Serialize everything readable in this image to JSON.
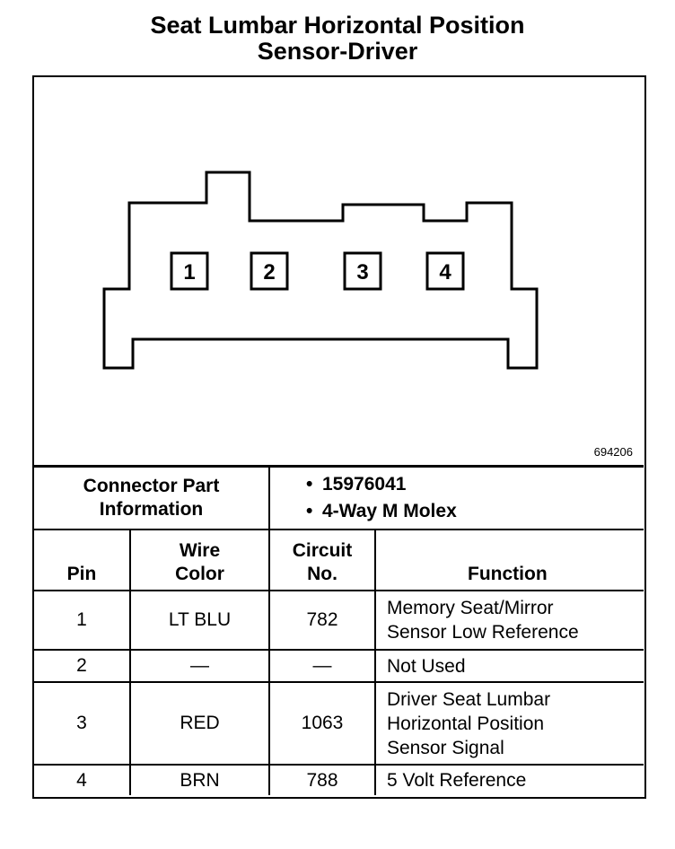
{
  "title": {
    "line1": "Seat Lumbar Horizontal Position",
    "line2": "Sensor-Driver"
  },
  "connector": {
    "pins": [
      "1",
      "2",
      "3",
      "4"
    ],
    "reference_number": "694206"
  },
  "part_info": {
    "label_line1": "Connector Part",
    "label_line2": "Information",
    "items": [
      "15976041",
      "4-Way M Molex"
    ]
  },
  "table": {
    "headers": {
      "pin": "Pin",
      "wire_color_line1": "Wire",
      "wire_color_line2": "Color",
      "circuit_line1": "Circuit",
      "circuit_line2": "No.",
      "function": "Function"
    },
    "rows": [
      {
        "pin": "1",
        "color": "LT BLU",
        "circuit": "782",
        "function": [
          "Memory Seat/Mirror",
          "Sensor Low Reference"
        ]
      },
      {
        "pin": "2",
        "color": "—",
        "circuit": "—",
        "function": [
          "Not Used"
        ]
      },
      {
        "pin": "3",
        "color": "RED",
        "circuit": "1063",
        "function": [
          "Driver Seat Lumbar",
          "Horizontal Position",
          "Sensor Signal"
        ]
      },
      {
        "pin": "4",
        "color": "BRN",
        "circuit": "788",
        "function": [
          "5 Volt Reference"
        ]
      }
    ]
  }
}
